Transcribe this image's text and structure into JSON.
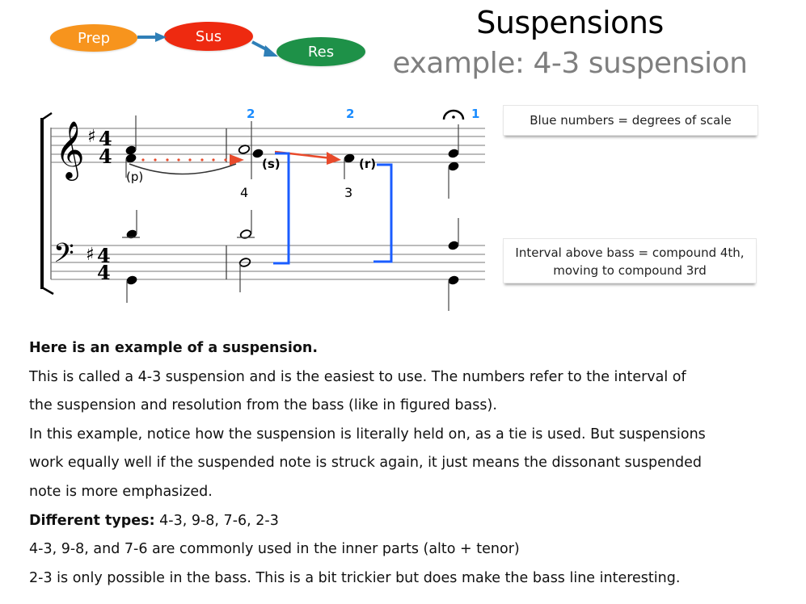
{
  "flow": {
    "prep": {
      "label": "Prep",
      "color": "#f7941d"
    },
    "sus": {
      "label": "Sus",
      "color": "#ee2a10"
    },
    "res": {
      "label": "Res",
      "color": "#1e9148"
    },
    "arrow_color": "#2f7fb7"
  },
  "header": {
    "title": "Suspensions",
    "subtitle": "example: 4-3 suspension"
  },
  "score": {
    "key_signature": "G major (1 sharp)",
    "time_signature": "4/4",
    "scale_degrees": [
      "2",
      "2",
      "1"
    ],
    "figures": [
      "4",
      "3"
    ],
    "labels": {
      "prep": "(p)",
      "sus": "(s)",
      "res": "(r)"
    },
    "colors": {
      "degree": "#1a8cff",
      "arrow": "#e84a2b",
      "bracket": "#1a5cff"
    }
  },
  "callouts": {
    "degrees": "Blue numbers = degrees of scale",
    "interval_line1": "Interval above bass = compound 4th,",
    "interval_line2": "moving to compound 3rd"
  },
  "body": {
    "heading": "Here is an example of a suspension.",
    "p1_line1": "This is called a 4-3 suspension and is the easiest to use.  The numbers refer to the interval of",
    "p1_line2": "the suspension and resolution from the bass (like in figured bass).",
    "p2_line1": "In this example, notice how the suspension is literally held on, as a tie is used.  But suspensions",
    "p2_line2": "work equally well if the suspended note is struck again, it just means the dissonant suspended",
    "p2_line3": "note is more emphasized.",
    "types_label": "Different types:",
    "types_value": " 4-3, 9-8, 7-6, 2-3",
    "inner_parts": "4-3, 9-8, and 7-6 are commonly used in the inner parts (alto + tenor)",
    "bass_note": "2-3 is only possible in the bass. This is a bit trickier but does make the bass line interesting."
  }
}
